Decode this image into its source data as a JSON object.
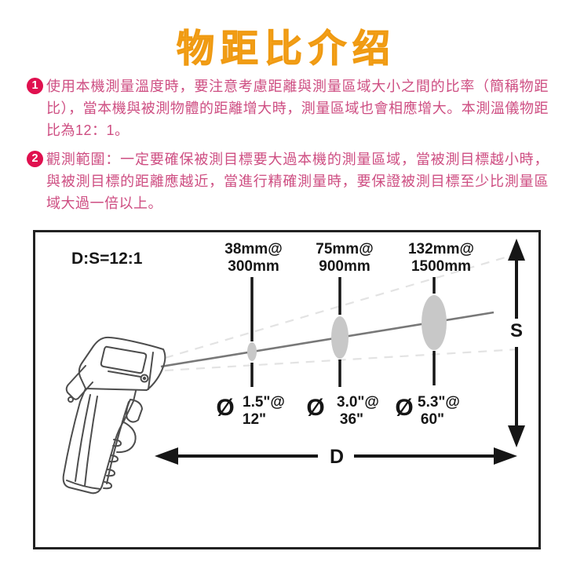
{
  "title": "物距比介绍",
  "notes": [
    {
      "num": "1",
      "text": "使用本機測量溫度時，要注意考慮距離與測量區域大小之間的比率（簡稱物距比），當本機與被測物體的距離增大時，測量區域也會相應增大。本測溫儀物距比為12：1。"
    },
    {
      "num": "2",
      "text": "觀測範圍：一定要確保被測目標要大過本機的測量區域，當被測目標越小時，與被測目標的距離應越近，當進行精確測量時，要保證被測目標至少比測量區域大過一倍以上。"
    }
  ],
  "diagram": {
    "ratio_label": "D:S=12:1",
    "s_axis_label": "S",
    "d_axis_label": "D",
    "spots": [
      {
        "size_mm": "38mm@",
        "dist_mm": "300mm",
        "diameter_symbol": "Ø",
        "size_in": "1.5\"@",
        "dist_in": "12\""
      },
      {
        "size_mm": "75mm@",
        "dist_mm": "900mm",
        "diameter_symbol": "Ø",
        "size_in": "3.0\"@",
        "dist_in": "36\""
      },
      {
        "size_mm": "132mm@",
        "dist_mm": "1500mm",
        "diameter_symbol": "Ø",
        "size_in": "5.3\"@",
        "dist_in": "60\""
      }
    ]
  },
  "colors": {
    "title_orange": "#F8A41E",
    "note_text_pink": "#CE4E82",
    "badge_red": "#E0104F",
    "diagram_line_black": "#161616",
    "beam_gray": "#787878",
    "spot_gray": "#c8c8c8",
    "cone_dash_gray": "#e3e3e3"
  }
}
